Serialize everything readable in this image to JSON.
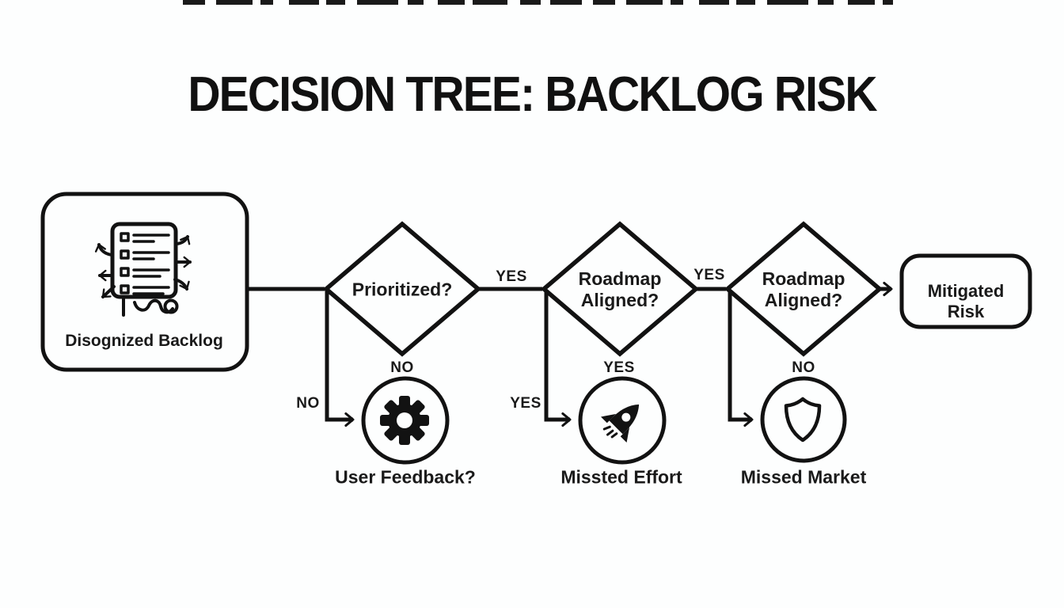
{
  "title": "DECISION TREE: BACKLOG RISK",
  "nodes": {
    "start": {
      "label": "Disognized Backlog",
      "icon": "scattered-backlog-icon"
    },
    "decision1": {
      "label": "Prioritized?"
    },
    "decision2": {
      "line1": "Roadmap",
      "line2": "Aligned?"
    },
    "decision3": {
      "line1": "Roadmap",
      "line2": "Aligned?"
    },
    "end": {
      "line1": "Mitigated",
      "line2": "Risk"
    },
    "outcome1": {
      "label": "User Feedback?",
      "icon": "gear-icon"
    },
    "outcome2": {
      "label": "Missted Effort",
      "icon": "rocket-icon"
    },
    "outcome3": {
      "label": "Missed Market",
      "icon": "shield-icon"
    }
  },
  "edge_labels": {
    "d1_to_d2": "YES",
    "d2_to_d3": "YES",
    "below_d1": "NO",
    "below_d2": "YES",
    "below_d3": "NO",
    "elbow_d1": "NO",
    "elbow_d2": "YES"
  },
  "colors": {
    "ink": "#121212",
    "background": "#fdfefe"
  }
}
